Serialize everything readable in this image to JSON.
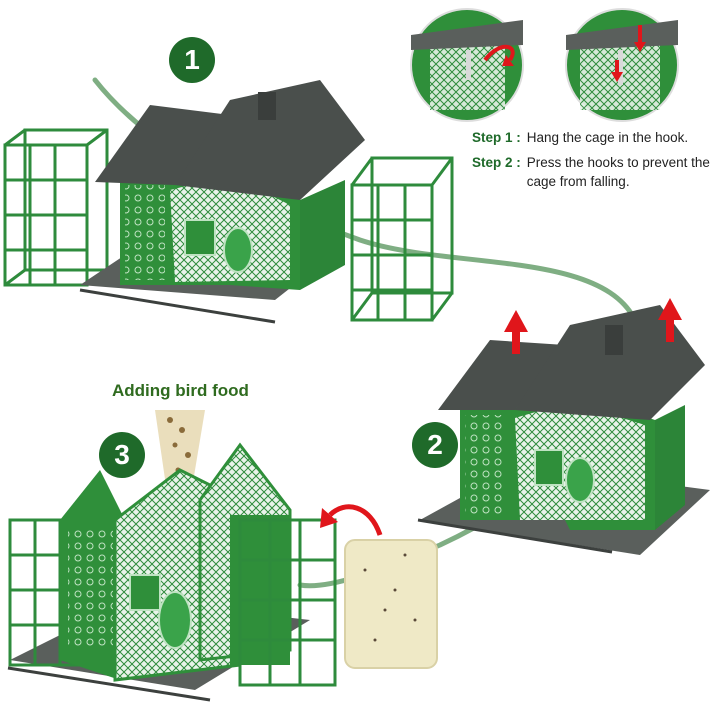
{
  "badges": {
    "one": "1",
    "two": "2",
    "three": "3"
  },
  "steps": [
    {
      "key": "Step 1 :",
      "text": "Hang the cage in the hook."
    },
    {
      "key": "Step 2 :",
      "text": "Press the hooks to prevent the cage from falling."
    }
  ],
  "food_label": "Adding bird food",
  "colors": {
    "feeder_green": "#2f8f3a",
    "roof_gray": "#4a4f4c",
    "cage_green": "#2e8b3c",
    "badge_green": "#1f6a2a",
    "arrow_red": "#e0161b",
    "tube_green": "#7fae83",
    "suet_cake": "#efe9c6"
  }
}
